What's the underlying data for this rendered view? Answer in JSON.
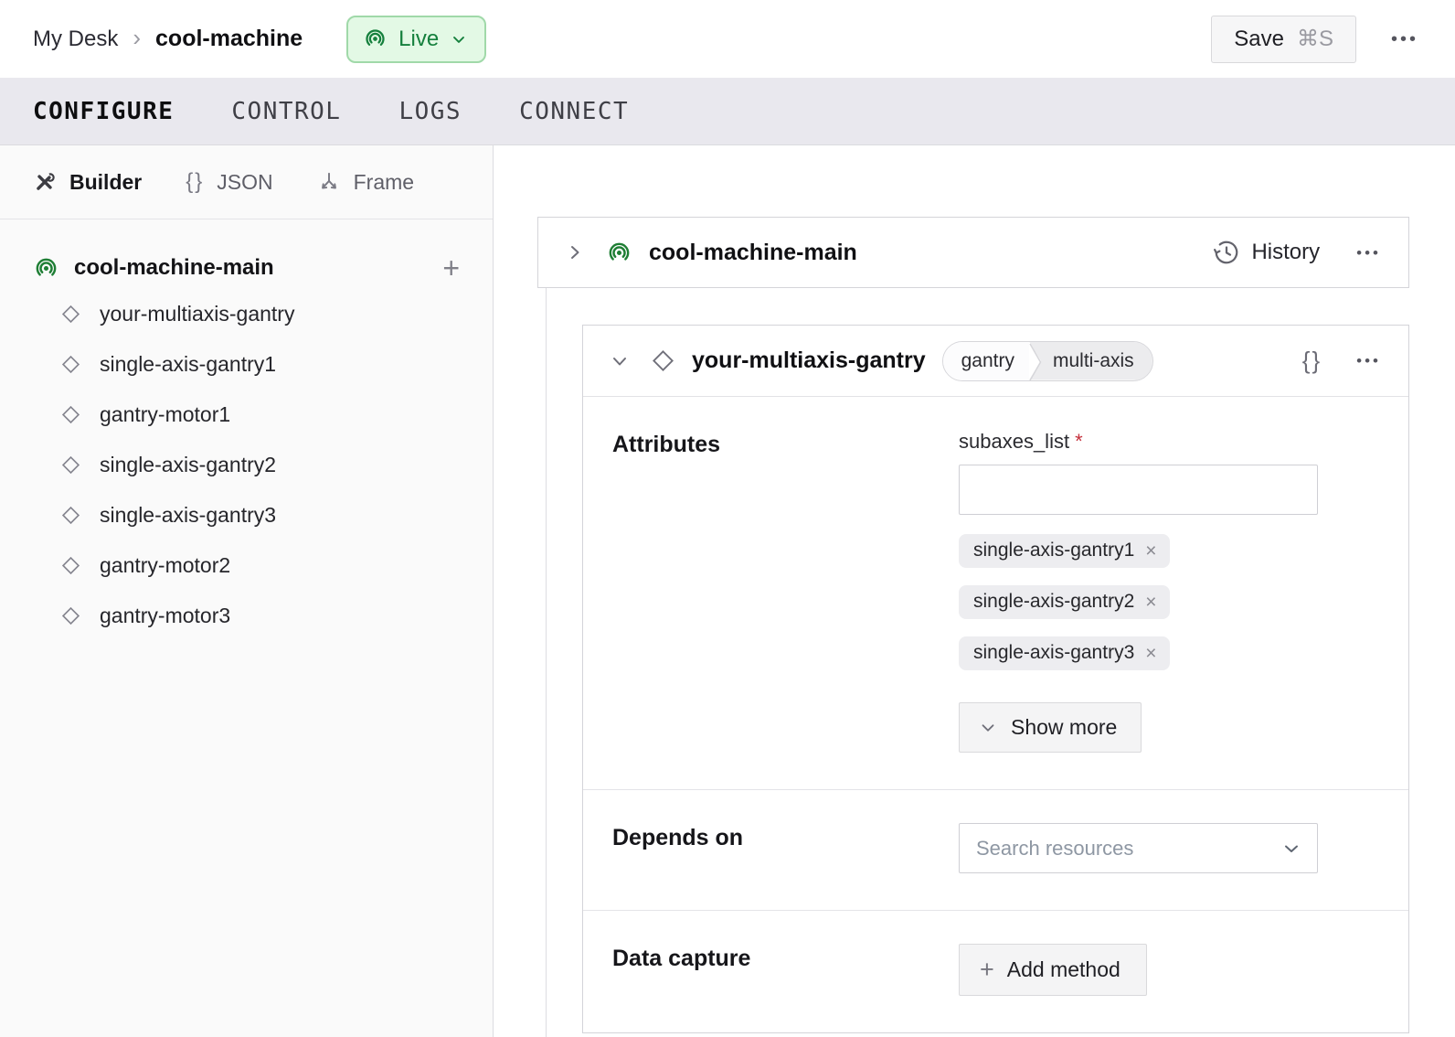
{
  "icons": {
    "ellipsis": "•••",
    "braces": "{}",
    "plus": "+",
    "close": "×",
    "required": "*",
    "crumb_sep": "›"
  },
  "header": {
    "breadcrumb_parent": "My Desk",
    "breadcrumb_current": "cool-machine",
    "live_label": "Live",
    "save_label": "Save",
    "save_shortcut": "⌘S"
  },
  "tabs": [
    {
      "label": "CONFIGURE",
      "active": true
    },
    {
      "label": "CONTROL",
      "active": false
    },
    {
      "label": "LOGS",
      "active": false
    },
    {
      "label": "CONNECT",
      "active": false
    }
  ],
  "sidebar": {
    "modes": [
      {
        "label": "Builder",
        "active": true
      },
      {
        "label": "JSON",
        "active": false
      },
      {
        "label": "Frame",
        "active": false
      }
    ],
    "tree": {
      "root": "cool-machine-main",
      "items": [
        "your-multiaxis-gantry",
        "single-axis-gantry1",
        "gantry-motor1",
        "single-axis-gantry2",
        "single-axis-gantry3",
        "gantry-motor2",
        "gantry-motor3"
      ]
    }
  },
  "main": {
    "part": {
      "title": "cool-machine-main",
      "history_label": "History"
    },
    "component": {
      "title": "your-multiaxis-gantry",
      "tags": [
        "gantry",
        "multi-axis"
      ],
      "attributes": {
        "label": "Attributes",
        "field_label": "subaxes_list",
        "input_value": "",
        "chips": [
          "single-axis-gantry1",
          "single-axis-gantry2",
          "single-axis-gantry3"
        ],
        "show_more_label": "Show more"
      },
      "depends_on": {
        "label": "Depends on",
        "placeholder": "Search resources"
      },
      "data_capture": {
        "label": "Data capture",
        "add_method_label": "Add method"
      }
    }
  },
  "colors": {
    "green": "#15803d",
    "green_bg": "#e3f9e5",
    "green_border": "#a0d9a9",
    "tabbar_bg": "#e9e8ee"
  }
}
